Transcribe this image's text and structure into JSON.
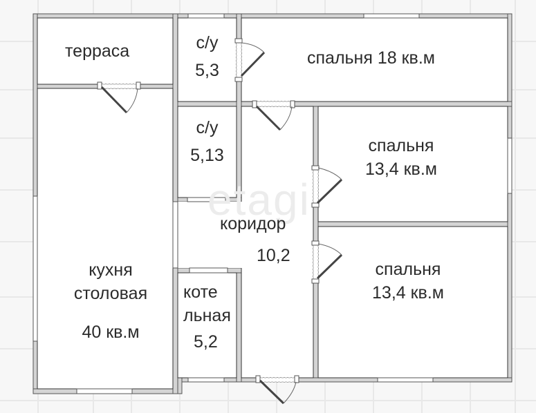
{
  "plan": {
    "watermark": "etagi",
    "colors": {
      "background": "#f7f7f7",
      "grid": "#e6e6e6",
      "wall_fill": "#d4d4d4",
      "wall_outline": "#444444",
      "room_fill": "#ffffff",
      "text": "#2b2b2b"
    },
    "rooms": {
      "terrace": {
        "name": "терраса"
      },
      "bathroom_1": {
        "name": "с/у",
        "area": "5,3"
      },
      "bedroom_18": {
        "name": "спальня 18 кв.м"
      },
      "bathroom_2": {
        "name": "с/у",
        "area": "5,13"
      },
      "bedroom_2": {
        "name": "спальня",
        "area": "13,4 кв.м"
      },
      "corridor": {
        "name": "коридор",
        "area": "10,2"
      },
      "kitchen": {
        "name_line1": "кухня",
        "name_line2": "столовая",
        "area": "40 кв.м"
      },
      "boiler": {
        "name_line1": "коте",
        "name_line2": "льная",
        "area": "5,2"
      },
      "bedroom_3": {
        "name": "спальня",
        "area": "13,4 кв.м"
      }
    }
  }
}
